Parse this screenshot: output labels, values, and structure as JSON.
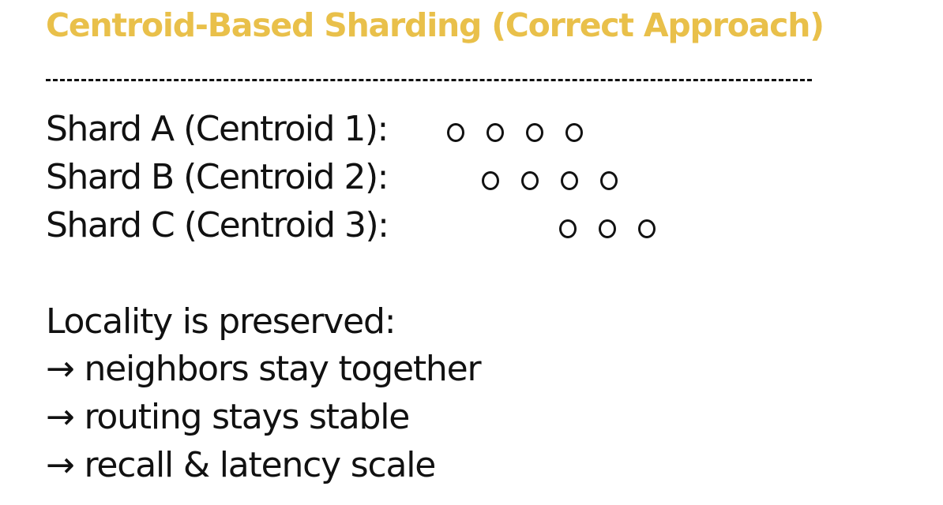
{
  "title": "Centroid-Based Sharding (Correct Approach)",
  "colors": {
    "title": "#e9c04a",
    "text": "#111111",
    "background": "#ffffff"
  },
  "divider": "-------------------------------------------",
  "shards": [
    {
      "label": "Shard A (Centroid 1):",
      "points": [
        "o",
        "o",
        "o",
        "o"
      ]
    },
    {
      "label": "Shard B (Centroid 2):",
      "points": [
        "o",
        "o",
        "o",
        "o"
      ]
    },
    {
      "label": "Shard C (Centroid 3):",
      "points": [
        "o",
        "o",
        "o"
      ]
    }
  ],
  "notes": {
    "heading": "Locality is preserved:",
    "items": [
      "→ neighbors stay together",
      "→ routing stays stable",
      "→ recall & latency scale"
    ]
  }
}
